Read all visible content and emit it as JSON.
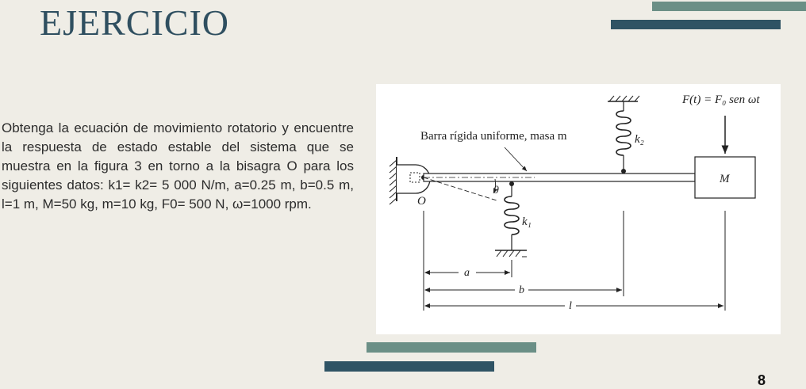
{
  "slide": {
    "title": "EJERCICIO",
    "number": "8"
  },
  "problem": {
    "text": "Obtenga la ecuación de movimiento rotatorio y encuentre la respuesta de estado estable del sistema que se muestra en la figura 3 en torno a la bisagra O para los siguientes datos: k1= k2= 5 000 N/m, a=0.25 m, b=0.5 m, l=1 m, M=50 kg, m=10 kg, F0= 500 N, ω=1000 rpm."
  },
  "figure": {
    "force_label": "F(t) = F₀ sen ωt",
    "bar_label": "Barra rígida uniforme, masa m",
    "mass_label": "M",
    "pivot_label": "O",
    "angle_label": "θ",
    "spring1_label": "k₁",
    "spring2_label": "k₂",
    "dim_a": "a",
    "dim_b": "b",
    "dim_l": "l"
  },
  "colors": {
    "title": "#2f4f60",
    "accent_light": "#6b8f86",
    "accent_dark": "#2f5364",
    "background": "#efede6"
  }
}
